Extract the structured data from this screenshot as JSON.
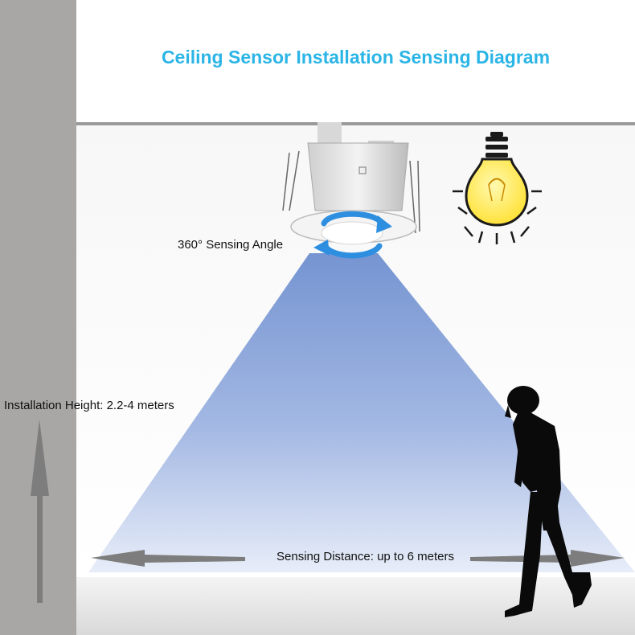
{
  "diagram": {
    "title": "Ceiling Sensor Installation Sensing Diagram",
    "sensing_angle_label": "360° Sensing Angle",
    "installation_height_label": "Installation Height: 2.2-4 meters",
    "sensing_distance_label": "Sensing Distance: up to 6 meters",
    "colors": {
      "title": "#2bb5e6",
      "wall": "#a9a6a6",
      "ceiling_line": "#9a9a9a",
      "cone_top": "#6e8fcf",
      "cone_bottom": "#dfe7f6",
      "arrow_ring": "#2e8fe0",
      "bulb": "#ffe84a",
      "arrow": "#7d7d7d",
      "person": "#0a0a0a"
    },
    "icons": [
      "ceiling-sensor-icon",
      "rotation-arrows-icon",
      "light-bulb-icon",
      "walking-person-icon"
    ]
  }
}
